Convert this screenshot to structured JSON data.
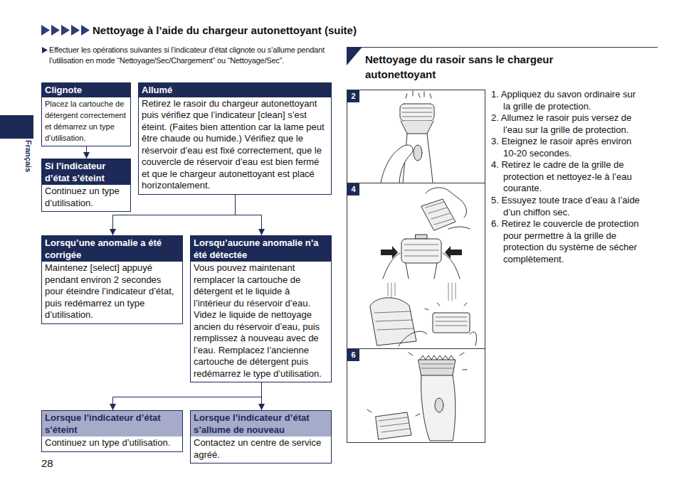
{
  "diagram": {
    "title": "Nettoyage à l’aide du chargeur autonettoyant (suite)",
    "nodes": [
      {
        "text": [
          "Clignote",
          "Placez la cartouche de détergent correctement et démarrez un type d’utilisation."
        ]
      },
      {
        "text": [
          "Allumé",
          "Retirez le rasoir du chargeur autonettoyant puis vérifiez que l’indicateur [clean] s’est éteint. (Faites bien attention car la lame peut être chaude ou humide.) Vérifiez que le réservoir d’eau est fixé correctement, que le couvercle de réservoir d’eau est bien fermé et que le chargeur autonettoyant est placé horizontalement."
        ]
      },
      {
        "text": [
          "Si l’indicateur d’état s’éteint",
          "Continuez un type d’utilisation."
        ]
      },
      {
        "text": [
          "Lorsqu’une anomalie a été corrigée",
          "Maintenez [select] appuyé pendant environ 2 secondes pour éteindre l’indicateur d’état, puis redémarrez un type d’utilisation."
        ]
      },
      {
        "text": [
          "Lorsqu’aucune anomalie n’a été détectée",
          "Vous pouvez maintenant remplacer la cartouche de détergent et le liquide à l’intérieur du réservoir d’eau. Videz le liquide de nettoyage ancien du réservoir d’eau, puis remplissez à nouveau avec de l’eau. Remplacez l’ancienne cartouche de détergent puis redémarrez le type d’utilisation."
        ]
      },
      {
        "text": [
          "Lorsque l’indicateur d’état s’éteint",
          "Continuez un type d’utilisation."
        ]
      },
      {
        "text": [
          "Lorsque l’indicateur d’état s’allume de nouveau",
          "Contactez un centre de service agréé."
        ]
      }
    ],
    "edges": [
      {
        "from": 0,
        "to": 2,
        "arrow": "to"
      },
      {
        "from": 1,
        "to": 3,
        "arrow": "to"
      },
      {
        "from": 1,
        "to": 4,
        "arrow": "to"
      },
      {
        "from": 4,
        "to": 5,
        "arrow": "to"
      },
      {
        "from": 4,
        "to": 6,
        "arrow": "to"
      }
    ],
    "labels": [
      "Effectuer les opérations suivantes si l’indicateur d’état clignote ou s’allume pendant l’utilisation en mode “Nettoyage/Sec/Chargement” ou “Nettoyage/Sec”.",
      "Nettoyage du rasoir sans le chargeur autonettoyant",
      "2",
      "4",
      "6",
      "1. Appliquez du savon ordinaire sur la grille de protection.",
      "2. Allumez le rasoir puis versez de l’eau sur la grille de protection.",
      "3. Eteignez le rasoir après environ 10-20 secondes.",
      "4. Retirez le cadre de la grille de protection et nettoyez-le à l’eau courante.",
      "5. Essuyez toute trace d’eau à l’aide d’un chiffon sec.",
      "6. Retirez le couvercle de protection pour permettre à la grille de protection du système de sécher complètement.",
      "Français",
      "28"
    ]
  }
}
